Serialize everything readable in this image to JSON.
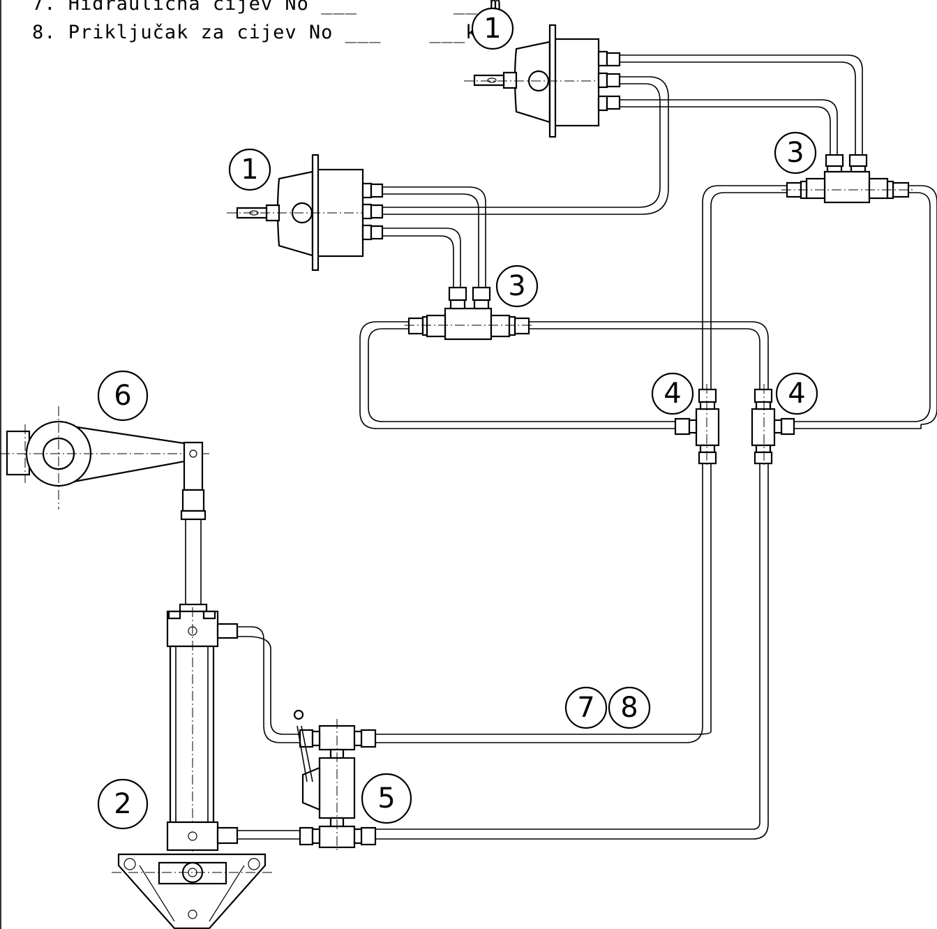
{
  "legend": [
    {
      "no": "7.",
      "text": "Hidraulična cijev No ___        ___m"
    },
    {
      "no": "8.",
      "text": "Priključak za cijev No ___    ___kom"
    }
  ],
  "callouts": [
    "1",
    "1",
    "3",
    "3",
    "4",
    "4",
    "6",
    "2",
    "5",
    "7",
    "8"
  ],
  "colors": {
    "line": "#000000",
    "background": "#ffffff"
  }
}
